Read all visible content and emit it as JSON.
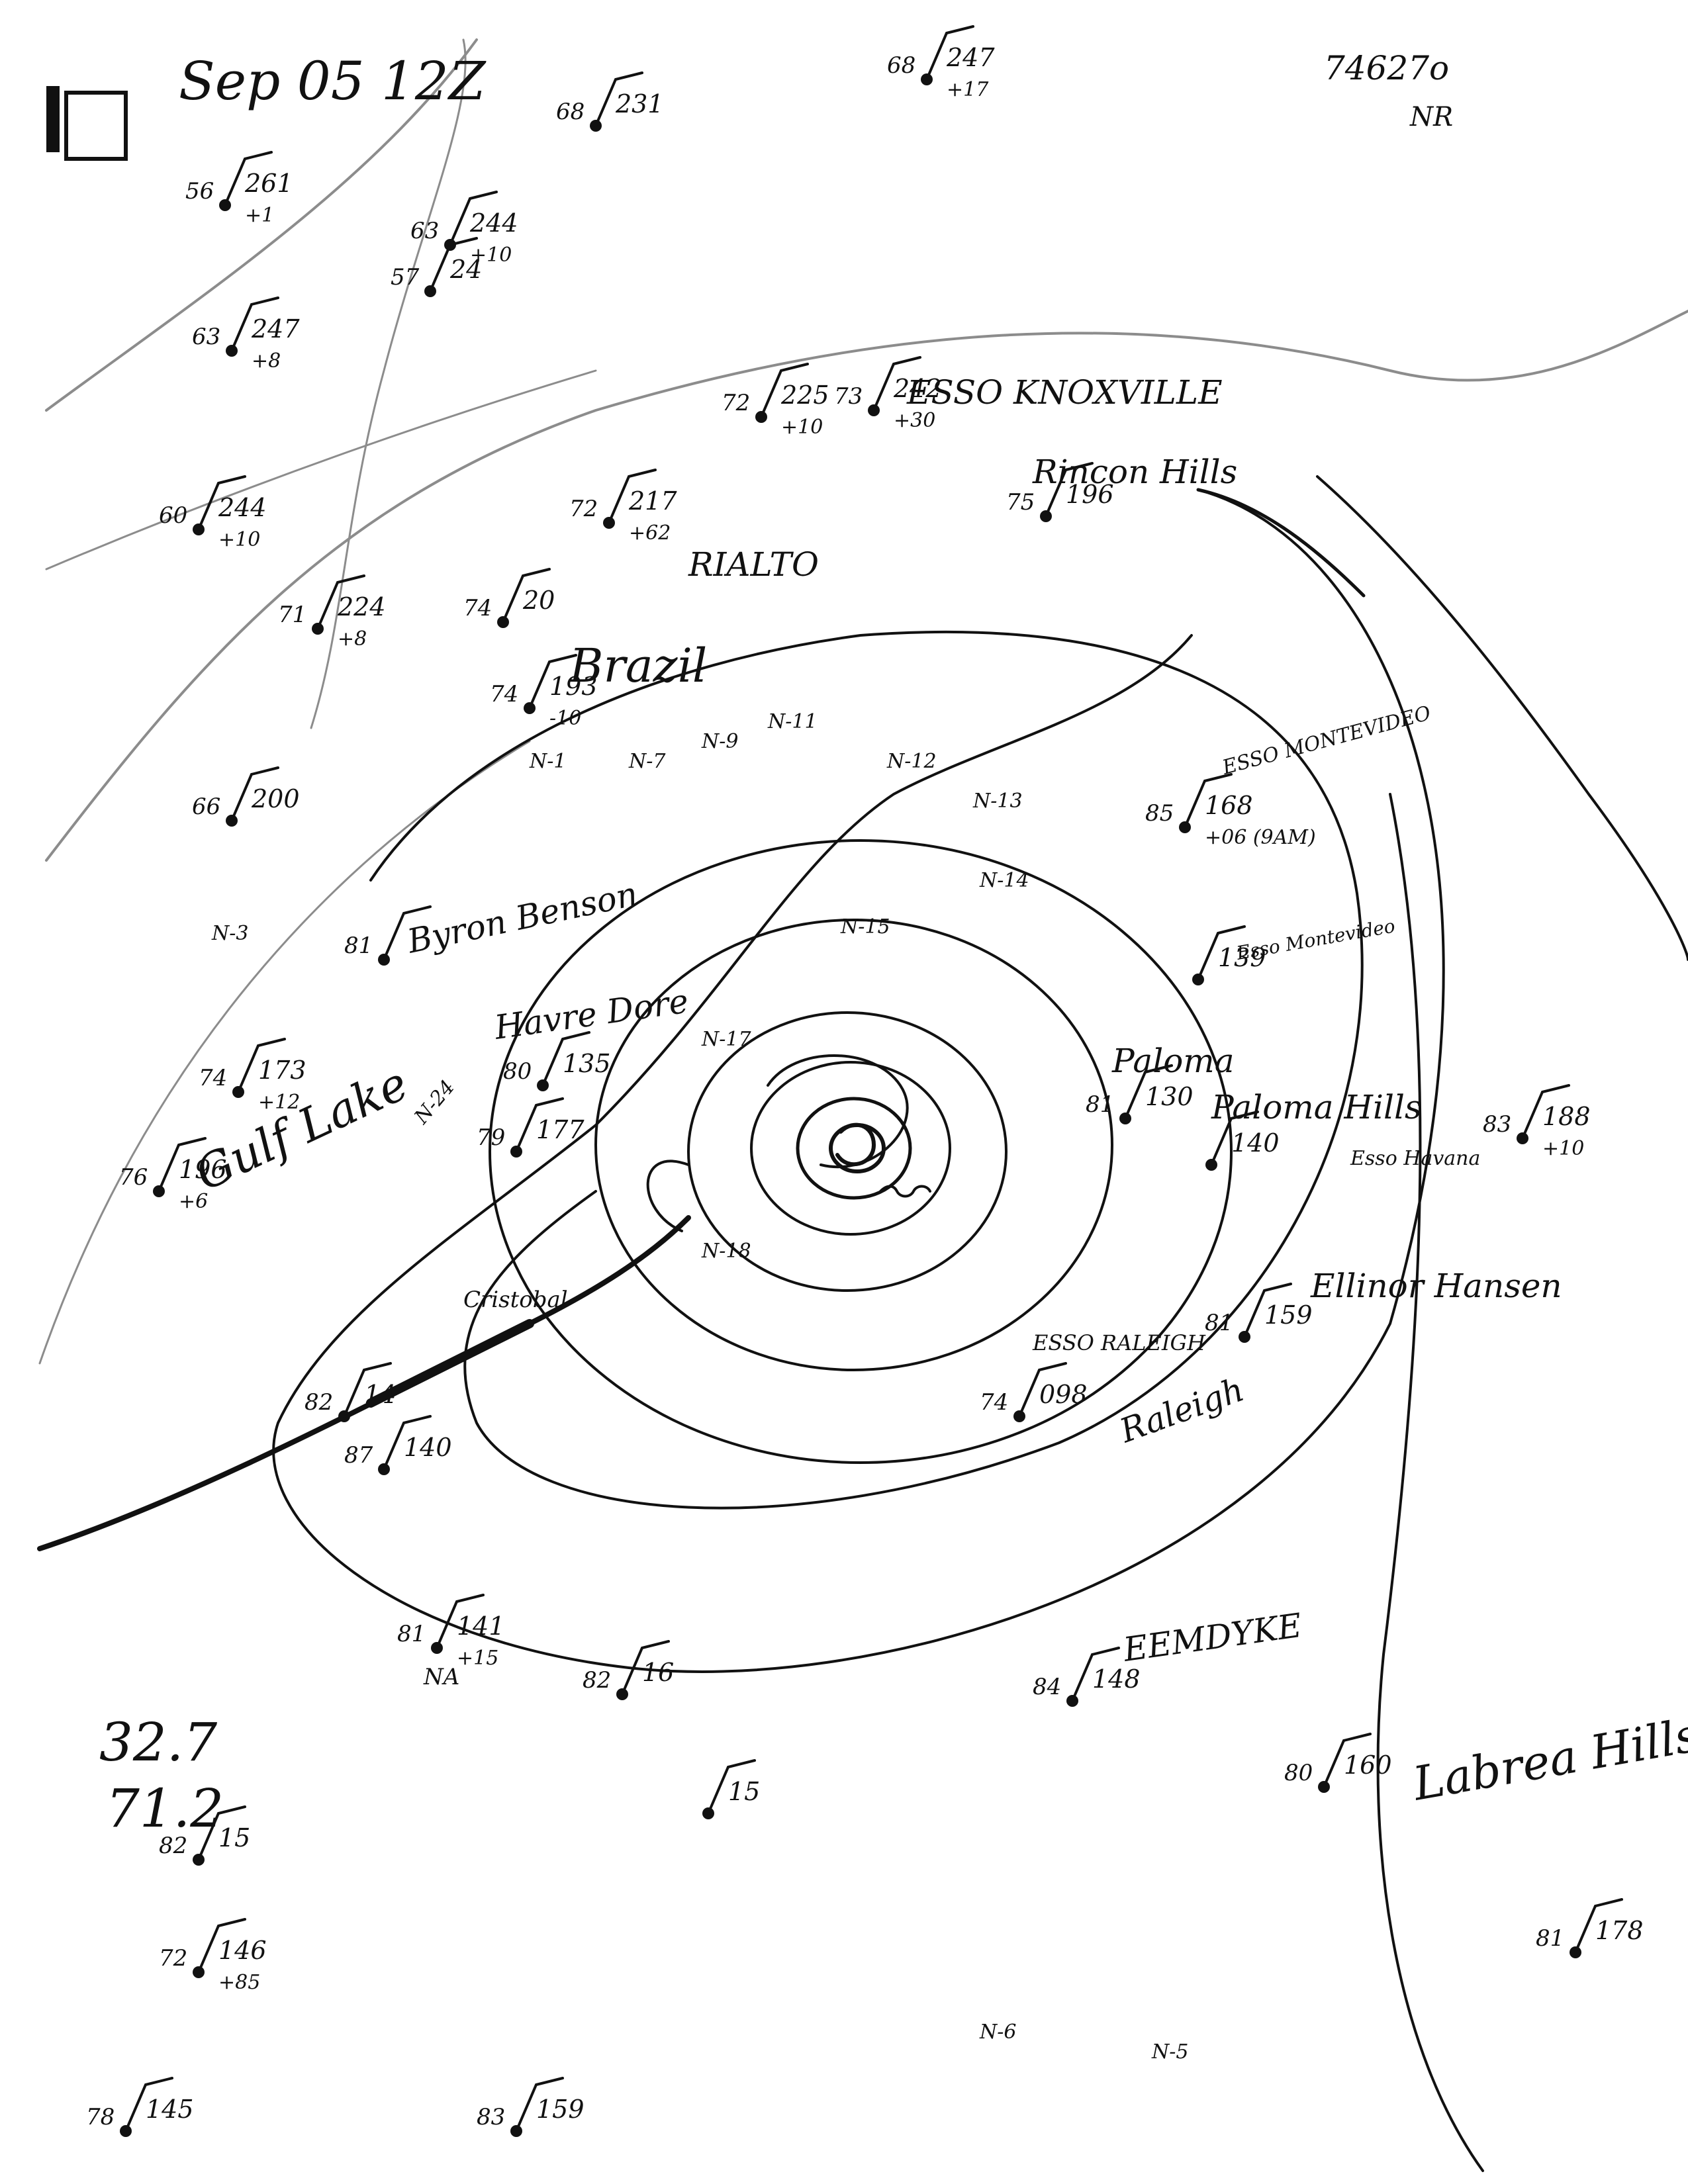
{
  "header": {
    "date_label": "Sep 05 12Z",
    "map_number": "74627o",
    "code": "NR"
  },
  "notes": {
    "latitude": "32.7",
    "longitude": "71.2"
  },
  "ship_names": [
    "ESSO KNOXVILLE",
    "Rincon Hills",
    "RIALTO",
    "Brazil",
    "ESSO MONTEVIDEO",
    "Esso Montevideo",
    "Byron Benson",
    "Havre Dore",
    "Gulf Lake",
    "Paloma",
    "Paloma Hills",
    "Ellinor Hansen",
    "Cristobal",
    "ESSO RALEIGH",
    "Raleigh",
    "EEMDYKE",
    "Labrea Hills",
    "Esso Havana"
  ],
  "recon_labels": [
    "N-1",
    "N-3",
    "N-7",
    "N-9",
    "N-11",
    "N-12",
    "N-13",
    "N-14",
    "N-15",
    "N-17",
    "N-18",
    "N-24",
    "N-6",
    "N-5"
  ],
  "stations": [
    {
      "t": "68",
      "p": "231"
    },
    {
      "t": "68",
      "p": "247",
      "tend": "+17"
    },
    {
      "t": "56",
      "p": "261",
      "tend": "+1"
    },
    {
      "t": "63",
      "p": "244",
      "tend": "+10"
    },
    {
      "t": "57",
      "p": "24"
    },
    {
      "t": "63",
      "p": "247",
      "tend": "+8"
    },
    {
      "t": "72",
      "p": "225",
      "tend": "+10"
    },
    {
      "t": "73",
      "p": "242",
      "tend": "+30"
    },
    {
      "t": "75",
      "p": "196"
    },
    {
      "t": "60",
      "p": "244",
      "tend": "+10"
    },
    {
      "t": "72",
      "p": "217",
      "tend": "+62"
    },
    {
      "t": "71",
      "p": "224",
      "tend": "+8"
    },
    {
      "t": "74",
      "p": "20"
    },
    {
      "t": "74",
      "p": "193",
      "tend": "-10"
    },
    {
      "t": "66",
      "p": "200"
    },
    {
      "t": "85",
      "p": "168",
      "tend": "+06 (9AM)"
    },
    {
      "t": "81",
      "p": ""
    },
    {
      "t": "",
      "p": "139",
      "tend": ""
    },
    {
      "t": "74",
      "p": "173",
      "tend": "+12"
    },
    {
      "t": "80",
      "p": "135"
    },
    {
      "t": "79",
      "p": "177"
    },
    {
      "t": "81",
      "p": "130"
    },
    {
      "t": "",
      "p": "140"
    },
    {
      "t": "76",
      "p": "196",
      "tend": "+6"
    },
    {
      "t": "83",
      "p": "188",
      "tend": "+10"
    },
    {
      "t": "82",
      "p": "14"
    },
    {
      "t": "87",
      "p": "140"
    },
    {
      "t": "74",
      "p": "098"
    },
    {
      "t": "81",
      "p": "159"
    },
    {
      "t": "81",
      "p": "141",
      "tend": "+15",
      "note": "NA"
    },
    {
      "t": "82",
      "p": "16"
    },
    {
      "t": "84",
      "p": "148"
    },
    {
      "t": "",
      "p": "15"
    },
    {
      "t": "80",
      "p": "160"
    },
    {
      "t": "82",
      "p": "15"
    },
    {
      "t": "72",
      "p": "146",
      "tend": "+85"
    },
    {
      "t": "81",
      "p": "178"
    },
    {
      "t": "78",
      "p": "145"
    },
    {
      "t": "83",
      "p": "159"
    }
  ],
  "colors": {
    "ink": "#111111",
    "background_map": "#8c8c8c",
    "paper": "#ffffff"
  }
}
